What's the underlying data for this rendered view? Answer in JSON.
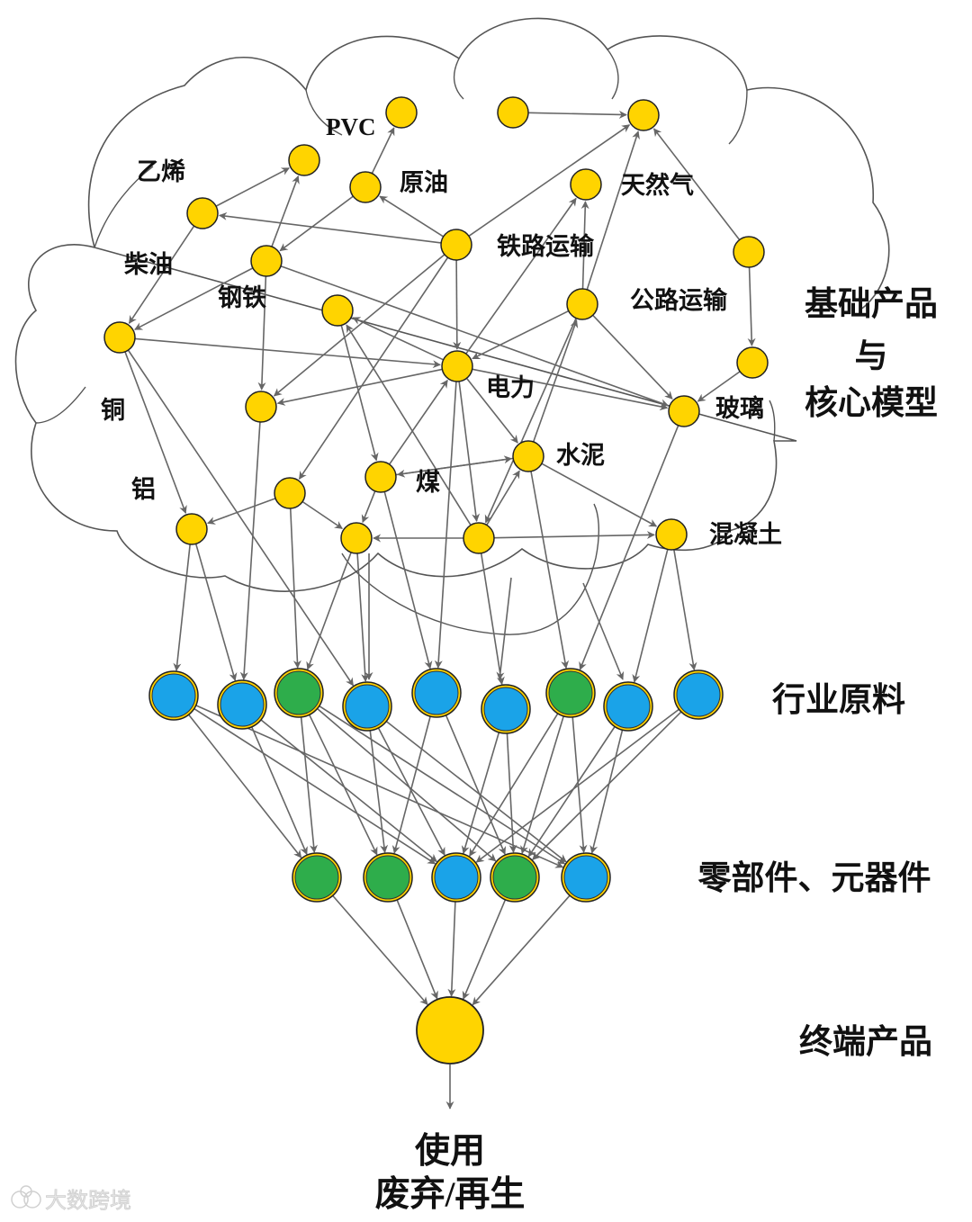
{
  "colors": {
    "yellow": "#FFD400",
    "blue": "#1AA3E8",
    "green": "#2EAD4B",
    "edge": "#666666",
    "cloud": "#555555"
  },
  "node_labels": {
    "pvc": "PVC",
    "ethylene": "乙烯",
    "crude": "原油",
    "diesel": "柴油",
    "steel": "钢铁",
    "rail": "铁路运输",
    "natgas": "天然气",
    "road": "公路运输",
    "copper": "铜",
    "power": "电力",
    "glass": "玻璃",
    "cement": "水泥",
    "coal": "煤",
    "aluminum": "铝",
    "concrete": "混凝土"
  },
  "section_labels": {
    "basic_line1": "基础产品",
    "basic_line2": "与",
    "basic_line3": "核心模型",
    "raw": "行业原料",
    "parts": "零部件、元器件",
    "final": "终端产品"
  },
  "bottom_labels": {
    "line1": "使用",
    "line2": "废弃/再生"
  },
  "watermark": "大数跨境",
  "raw_materials": [
    {
      "color": "blue"
    },
    {
      "color": "blue"
    },
    {
      "color": "green"
    },
    {
      "color": "blue"
    },
    {
      "color": "blue"
    },
    {
      "color": "blue"
    },
    {
      "color": "green"
    },
    {
      "color": "blue"
    },
    {
      "color": "blue"
    }
  ],
  "components": [
    {
      "color": "green"
    },
    {
      "color": "green"
    },
    {
      "color": "blue"
    },
    {
      "color": "green"
    },
    {
      "color": "blue"
    }
  ]
}
